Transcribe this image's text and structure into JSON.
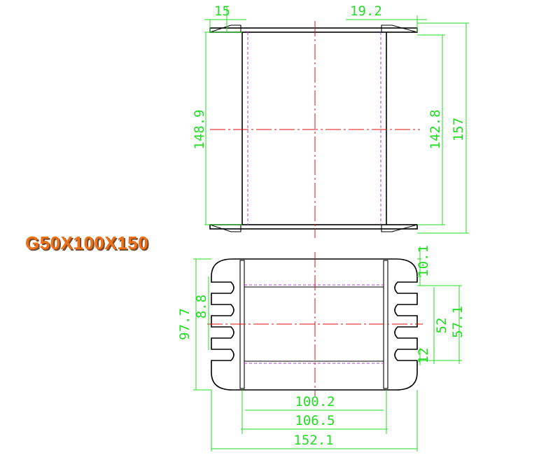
{
  "title": "G50X100X150",
  "colors": {
    "outline": "#000000",
    "dimension": "#22dd22",
    "centerline": "#e01010",
    "hidden": "#b040d0",
    "title": "#f07018"
  },
  "dimensions": {
    "top_left_flange": "15",
    "top_right_flange": "19.2",
    "left_height": "148.9",
    "inner_height": "142.8",
    "outer_height": "157",
    "slot_top": "10.1",
    "slot_width": "8.8",
    "side_height": "97.7",
    "slot_pitch": "52",
    "slot_span": "57.1",
    "slot_bottom": "12",
    "inner_width": "100.2",
    "mid_width": "106.5",
    "outer_width": "152.1"
  }
}
